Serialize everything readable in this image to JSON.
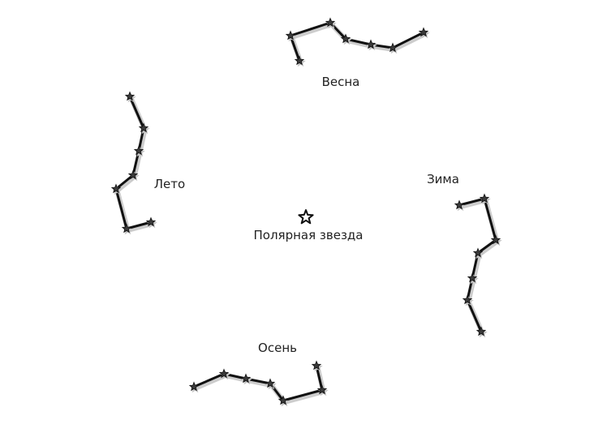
{
  "labels": {
    "spring": "Весна",
    "summer": "Лето",
    "winter": "Зима",
    "autumn": "Осень",
    "polaris": "Полярная звезда"
  }
}
